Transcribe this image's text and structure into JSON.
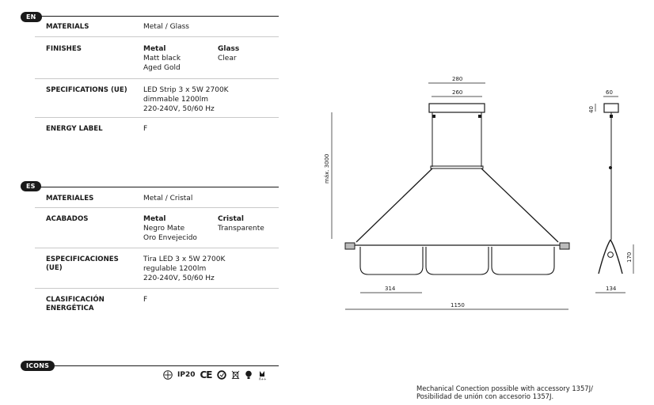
{
  "en": {
    "tag": "EN",
    "materials_label": "MATERIALS",
    "materials_value": "Metal /  Glass",
    "finishes_label": "FINISHES",
    "finishes_col1_head": "Metal",
    "finishes_col1_line1": "Matt black",
    "finishes_col1_line2": "Aged Gold",
    "finishes_col2_head": "Glass",
    "finishes_col2_line1": "Clear",
    "specs_label": "SPECIFICATIONS (UE)",
    "specs_line1": "LED Strip 3 x 5W 2700K",
    "specs_line2": "dimmable 1200lm",
    "specs_line3": "220-240V, 50/60 Hz",
    "energy_label": "ENERGY LABEL",
    "energy_value": "F"
  },
  "es": {
    "tag": "ES",
    "materials_label": "MATERIALES",
    "materials_value": "Metal / Cristal",
    "finishes_label": "ACABADOS",
    "finishes_col1_head": "Metal",
    "finishes_col1_line1": "Negro Mate",
    "finishes_col1_line2": "Oro Envejecido",
    "finishes_col2_head": "Cristal",
    "finishes_col2_line1": "Transparente",
    "specs_label_line1": "ESPECIFICACIONES",
    "specs_label_line2": "(UE)",
    "specs_line1": "Tira LED 3 x 5W 2700K",
    "specs_line2": "regulable 1200lm",
    "specs_line3": "220-240V, 50/60 Hz",
    "energy_label_line1": "CLASIFICACIÓN",
    "energy_label_line2": "ENERGÉTICA",
    "energy_value": "F"
  },
  "icons": {
    "tag": "ICONS",
    "ip_rating": "IP20",
    "ce_mark": "CE",
    "list": [
      "class-ii-icon",
      "ce-mark-icon",
      "recycle-icon",
      "weee-bin-icon",
      "dimmable-icon",
      "energy-class-icon"
    ]
  },
  "drawing": {
    "dim_280": "280",
    "dim_260": "260",
    "dim_max_3000": "máx. 3000",
    "dim_314": "314",
    "dim_1150": "1150",
    "dim_60": "60",
    "dim_40": "40",
    "dim_170": "170",
    "dim_134": "134",
    "line_color": "#1a1a1a"
  },
  "note": {
    "line1": "Mechanical Conection possible with accessory 1357J/",
    "line2": "Posibilidad de unión con accesorio 1357J."
  }
}
